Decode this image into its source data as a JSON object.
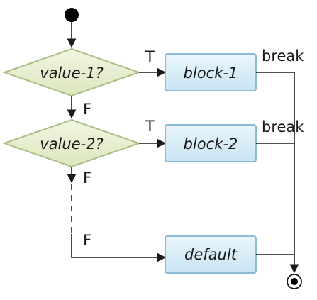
{
  "nodes": {
    "decision_1": "value-1?",
    "decision_2": "value-2?",
    "block_1": "block-1",
    "block_2": "block-2",
    "default_block": "default"
  },
  "labels": {
    "true_1": "T",
    "true_2": "T",
    "false_1": "F",
    "false_2": "F",
    "false_3": "F",
    "break_1": "break",
    "break_2": "break"
  },
  "colors": {
    "decision_fill": "#e6edc9",
    "decision_stroke": "#a9bf86",
    "block_fill": "#d5ecf7",
    "block_stroke": "#8bbcd6",
    "line": "#1a1a1a"
  }
}
